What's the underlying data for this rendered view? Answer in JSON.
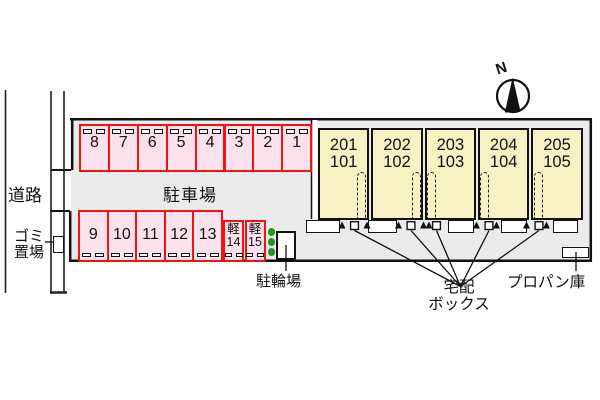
{
  "site_plan": {
    "labels": {
      "road": "道路",
      "parking_lot": "駐車場",
      "garbage_line1": "ゴミ",
      "garbage_line2": "置場",
      "bicycle_parking": "駐輪場",
      "delivery_box_line1": "宅配",
      "delivery_box_line2": "ボックス",
      "propane_storage": "プロパン庫",
      "compass_north": "N"
    },
    "parking": {
      "row_top": [
        "8",
        "7",
        "6",
        "5",
        "4",
        "3",
        "2",
        "1"
      ],
      "row_bottom": [
        "9",
        "10",
        "11",
        "12",
        "13"
      ],
      "kei": [
        {
          "prefix": "軽",
          "number": "14"
        },
        {
          "prefix": "軽",
          "number": "15"
        }
      ]
    },
    "building": {
      "units": [
        {
          "upper": "201",
          "lower": "101"
        },
        {
          "upper": "202",
          "lower": "102"
        },
        {
          "upper": "203",
          "lower": "103"
        },
        {
          "upper": "204",
          "lower": "104"
        },
        {
          "upper": "205",
          "lower": "105"
        }
      ]
    },
    "colors": {
      "parking_fill": "#fbe1eb",
      "parking_border": "#ee1414",
      "building_fill": "#f8f1c4",
      "plot_fill": "#ebebeb",
      "line": "#111111",
      "greenery": "#1f9a1f"
    }
  }
}
